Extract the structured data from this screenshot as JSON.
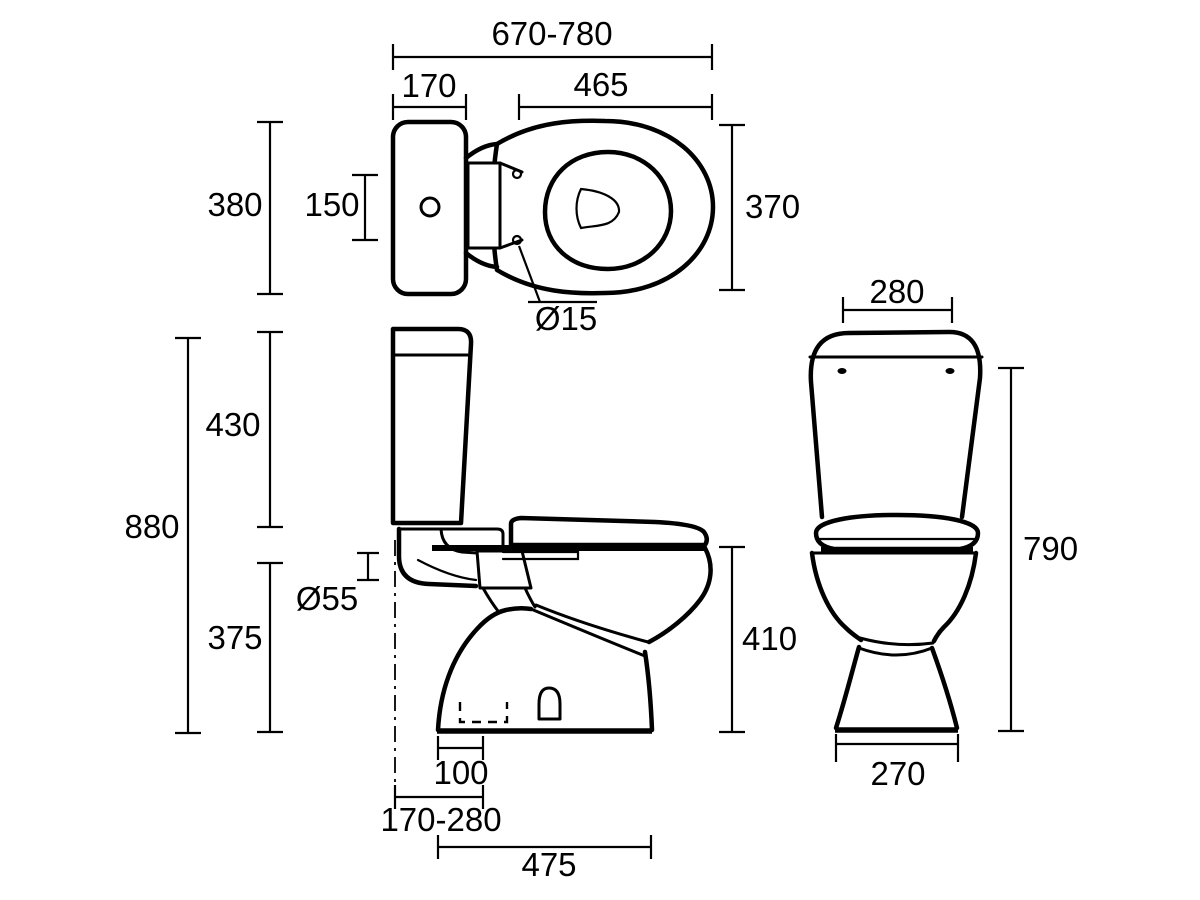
{
  "colors": {
    "line": "#000000",
    "background": "#ffffff"
  },
  "dimensions": {
    "top_view": {
      "overall_width": "670-780",
      "cistern_depth": "170",
      "seat_length": "465",
      "cistern_width": "380",
      "button_span": "150",
      "bowl_width": "370",
      "hinge_hole_diameter": "Ø15"
    },
    "side_view": {
      "overall_height": "880",
      "cistern_section_height": "430",
      "pan_section_height": "375",
      "flush_pipe_diameter": "Ø55",
      "seat_height": "410",
      "outlet_offset": "100",
      "setout_range": "170-280",
      "overall_depth": "475"
    },
    "front_view": {
      "cistern_lid_width": "280",
      "cistern_height": "790",
      "base_width": "270"
    }
  }
}
